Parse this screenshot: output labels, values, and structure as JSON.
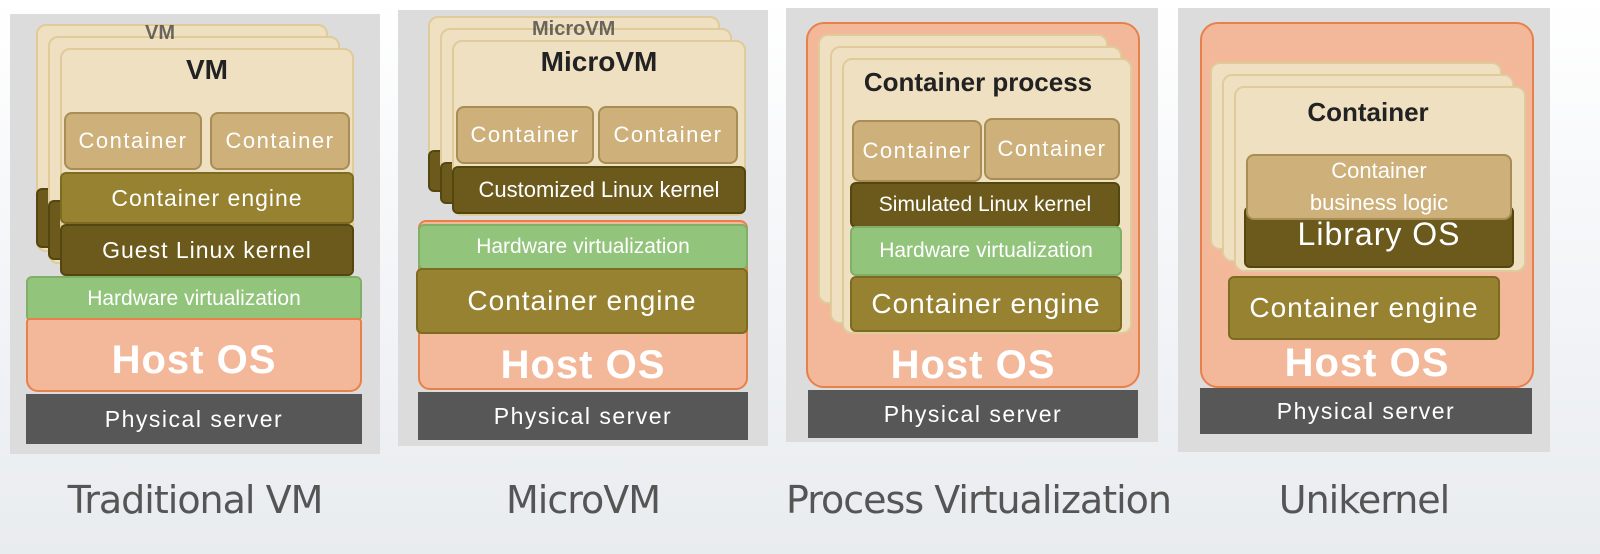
{
  "panels": [
    {
      "caption": "Traditional VM",
      "title": "VM",
      "containers": [
        "Container",
        "Container"
      ],
      "engine": "Container engine",
      "kernel": "Guest Linux kernel",
      "hw": "Hardware virtualization",
      "host": "Host OS",
      "physical": "Physical server"
    },
    {
      "caption": "MicroVM",
      "title": "MicroVM",
      "containers": [
        "Container",
        "Container"
      ],
      "kernel": "Customized Linux kernel",
      "hw": "Hardware virtualization",
      "engine": "Container engine",
      "host": "Host OS",
      "physical": "Physical server"
    },
    {
      "caption": "Process Virtualization",
      "title": "Container process",
      "containers": [
        "Container",
        "Container"
      ],
      "kernel": "Simulated Linux kernel",
      "hw": "Hardware virtualization",
      "engine": "Container engine",
      "host": "Host OS",
      "physical": "Physical server"
    },
    {
      "caption": "Unikernel",
      "title": "Container",
      "logic": "Container business logic",
      "libos": "Library OS",
      "engine": "Container engine",
      "host": "Host OS",
      "physical": "Physical server"
    }
  ],
  "colors": {
    "card": "#efe0c2",
    "container": "#cdb07a",
    "engine": "#968231",
    "kernel": "#6b5a1c",
    "hardware": "#93c47b",
    "host": "#f3b89a",
    "physical": "#575757"
  }
}
